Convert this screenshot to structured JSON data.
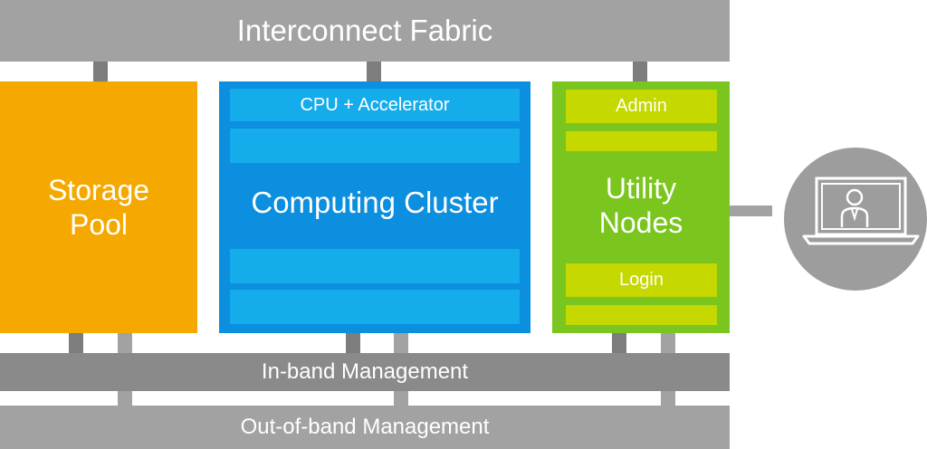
{
  "interconnect_label": "Interconnect Fabric",
  "storage_label_line1": "Storage",
  "storage_label_line2": "Pool",
  "cluster": {
    "title": "Computing Cluster",
    "top_strip_label": "CPU + Accelerator"
  },
  "utility": {
    "title_line1": "Utility",
    "title_line2": "Nodes",
    "admin_label": "Admin",
    "login_label": "Login"
  },
  "inband_label": "In-band Management",
  "outofband_label": "Out-of-band Management",
  "user_icon": "user-laptop-icon",
  "colors": {
    "storage": "#f5a800",
    "cluster": "#0c8fde",
    "utility": "#7ac51e",
    "fabric": "#a2a2a2",
    "inband": "#8a8a8a"
  }
}
